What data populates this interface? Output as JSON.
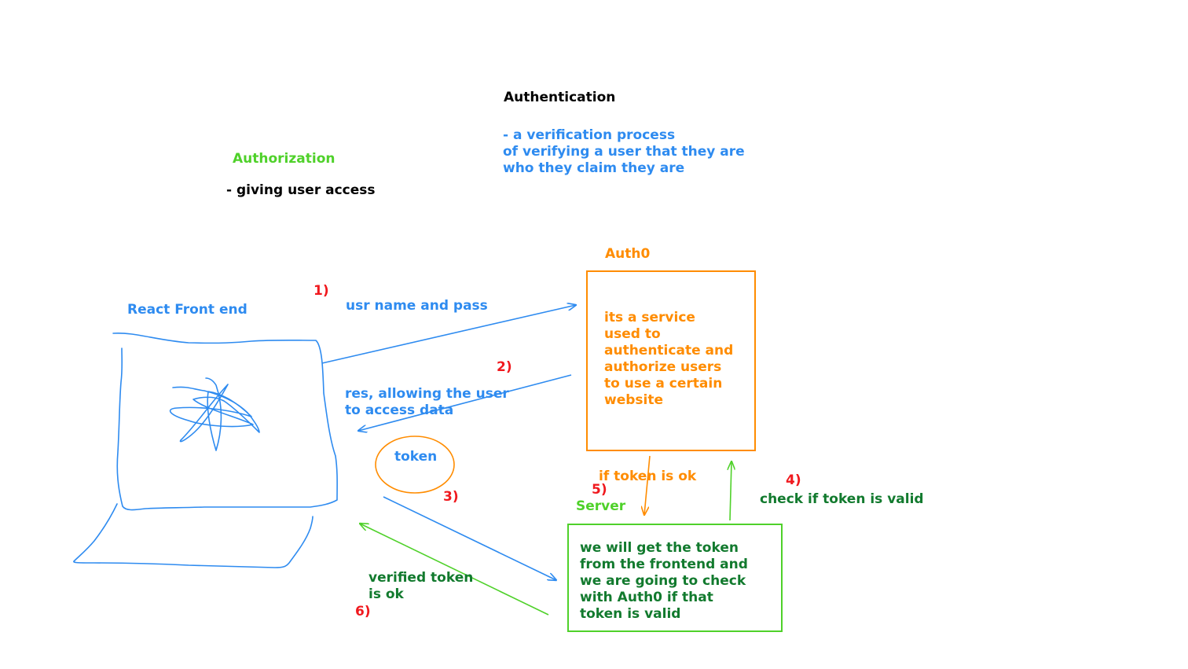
{
  "authentication": {
    "title": "Authentication",
    "desc": "- a verification process\nof verifying a user that they are\nwho they claim they are"
  },
  "authorization": {
    "title": "Authorization",
    "desc": "- giving user access"
  },
  "frontend": {
    "label": "React Front end"
  },
  "auth0": {
    "label": "Auth0",
    "desc": "its a service\nused to\nauthenticate and\nauthorize users\nto use a certain\nwebsite"
  },
  "server": {
    "label": "Server",
    "desc": "we will get the token\nfrom the frontend and\nwe are going to check\nwith Auth0 if that\ntoken is valid"
  },
  "token": {
    "label": "token"
  },
  "steps": {
    "s1": {
      "num": "1)",
      "text": "usr name and pass"
    },
    "s2": {
      "num": "2)",
      "text": "res, allowing the user\nto access data"
    },
    "s3": {
      "num": "3)"
    },
    "s4": {
      "num": "4)",
      "text": "check if token is valid"
    },
    "s5": {
      "num": "5)",
      "text": "if token is ok"
    },
    "s6": {
      "num": "6)",
      "text": "verified token\nis ok"
    }
  },
  "colors": {
    "blue": "#2e8bf0",
    "green": "#4fd12a",
    "dark_green": "#127a2e",
    "orange": "#ff8c00",
    "red": "#f0191e",
    "black": "#000000"
  }
}
